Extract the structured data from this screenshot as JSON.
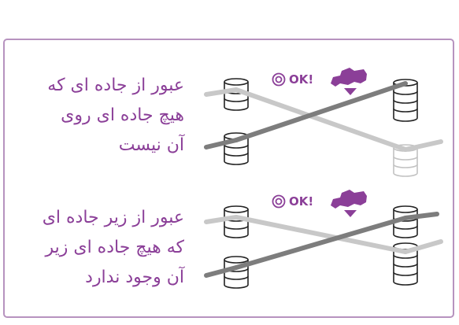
{
  "colors": {
    "border": "#b793bf",
    "caption_text": "#8b3f98",
    "ok_badge": "#8b3f98",
    "upper_road": "#c8c8c8",
    "lower_road": "#7d7d7d",
    "stack_dark": "#222222",
    "stack_light": "#c2c2c2"
  },
  "panels": [
    {
      "caption_lines": [
        "عبور از جاده ای که",
        "هیچ جاده ای روی",
        "آن نیست"
      ],
      "ok_label": "OK!",
      "ok_icon": "double-circle-icon",
      "mark_icon": "vehicle-with-arrow-icon"
    },
    {
      "caption_lines": [
        "عبور از زیر جاده ای",
        "که هیچ جاده ای زیر",
        "آن وجود ندارد"
      ],
      "ok_label": "OK!",
      "ok_icon": "double-circle-icon",
      "mark_icon": "vehicle-with-arrow-icon"
    }
  ]
}
